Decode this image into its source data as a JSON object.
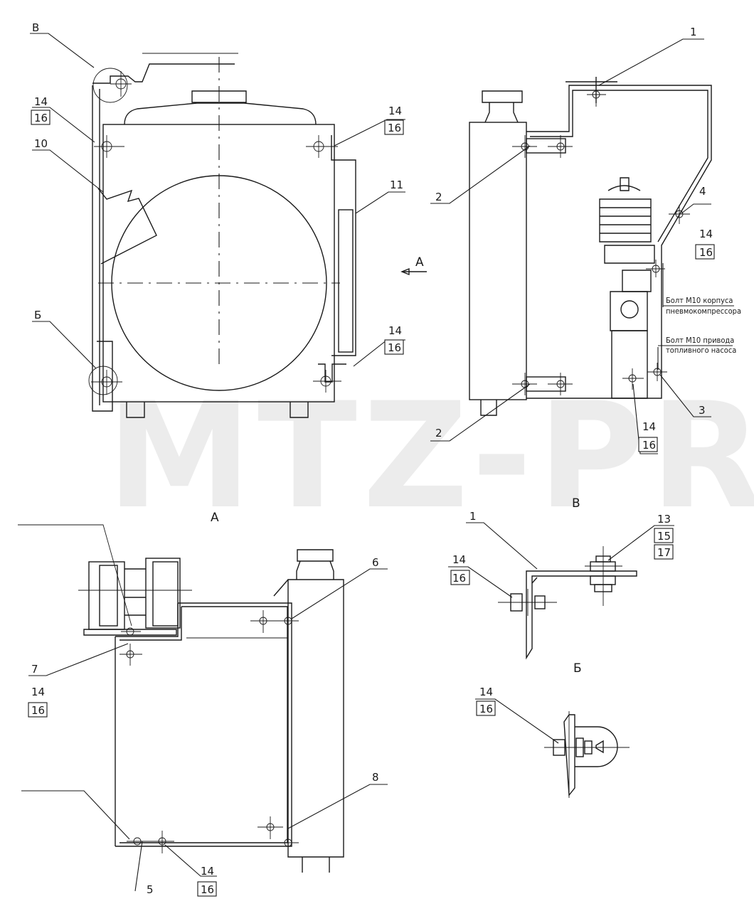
{
  "watermark": "MTZ-PRO",
  "views": {
    "a": "А",
    "b": "Б",
    "v": "В",
    "v_top": "В",
    "b_left": "Б",
    "arrow_a": "А"
  },
  "labels": {
    "n1": "1",
    "n2": "2",
    "n3": "3",
    "n4": "4",
    "n5": "5",
    "n6": "6",
    "n7": "7",
    "n8": "8",
    "n10": "10",
    "n11": "11",
    "n13": "13",
    "n14": "14",
    "n15": "15",
    "n16": "16",
    "n17": "17"
  },
  "notes": {
    "bolt_compressor_l1": "Болт М10 корпуса",
    "bolt_compressor_l2": "пневмокомпрессора",
    "bolt_pump_l1": "Болт М10 привода",
    "bolt_pump_l2": "топливного насоса"
  }
}
